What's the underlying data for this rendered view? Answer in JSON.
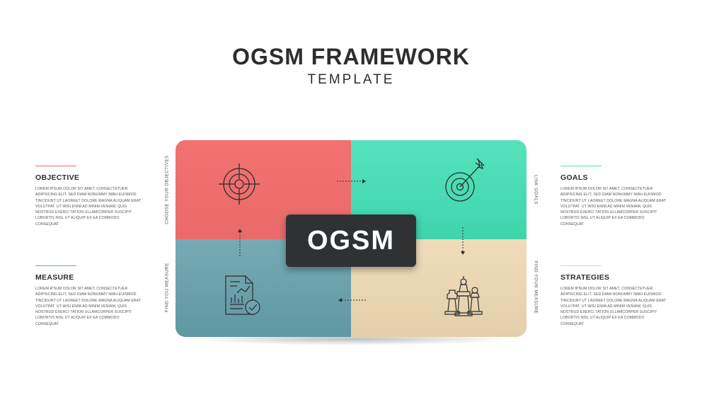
{
  "header": {
    "title": "OGSM FRAMEWORK",
    "subtitle": "TEMPLATE"
  },
  "center_label": "OGSM",
  "lorem": "LOREM IPSUM DOLOR SIT AMET, CONSECTETUER ADIPISCING ELIT, SED DIAM NONUMMY NIBH EUISMOD TINCIDUNT UT LAOREET DOLORE MAGNA ALIQUAM ERAT VOLUTPAT. UT WISI ENIM AD MINIM VENIAM, QUIS NOSTRUD EXERCI TATION ULLAMCORPER SUSCIPIT LOBORTIS NISL UT ALIQUIP EX EA COMMODO CONSEQUAT",
  "sections": {
    "objective": {
      "heading": "OBJECTIVE",
      "color": "#ef6b6b"
    },
    "goals": {
      "heading": "GOALS",
      "color": "#4fe0b9"
    },
    "measure": {
      "heading": "MEASURE",
      "color": "#6aa1ad"
    },
    "strategies": {
      "heading": "STRATEGIES",
      "color": "#e8d4b0"
    }
  },
  "vertical_labels": {
    "left_top": "CHOOSE YOUR OBJECTIVES",
    "left_bottom": "FIND YOU MEASURE",
    "right_top": "LINK GOALS",
    "right_bottom": "FIND YOUR MEASURE"
  },
  "icons": [
    "crosshair-icon",
    "target-arrow-icon",
    "report-check-icon",
    "chess-pieces-icon"
  ]
}
